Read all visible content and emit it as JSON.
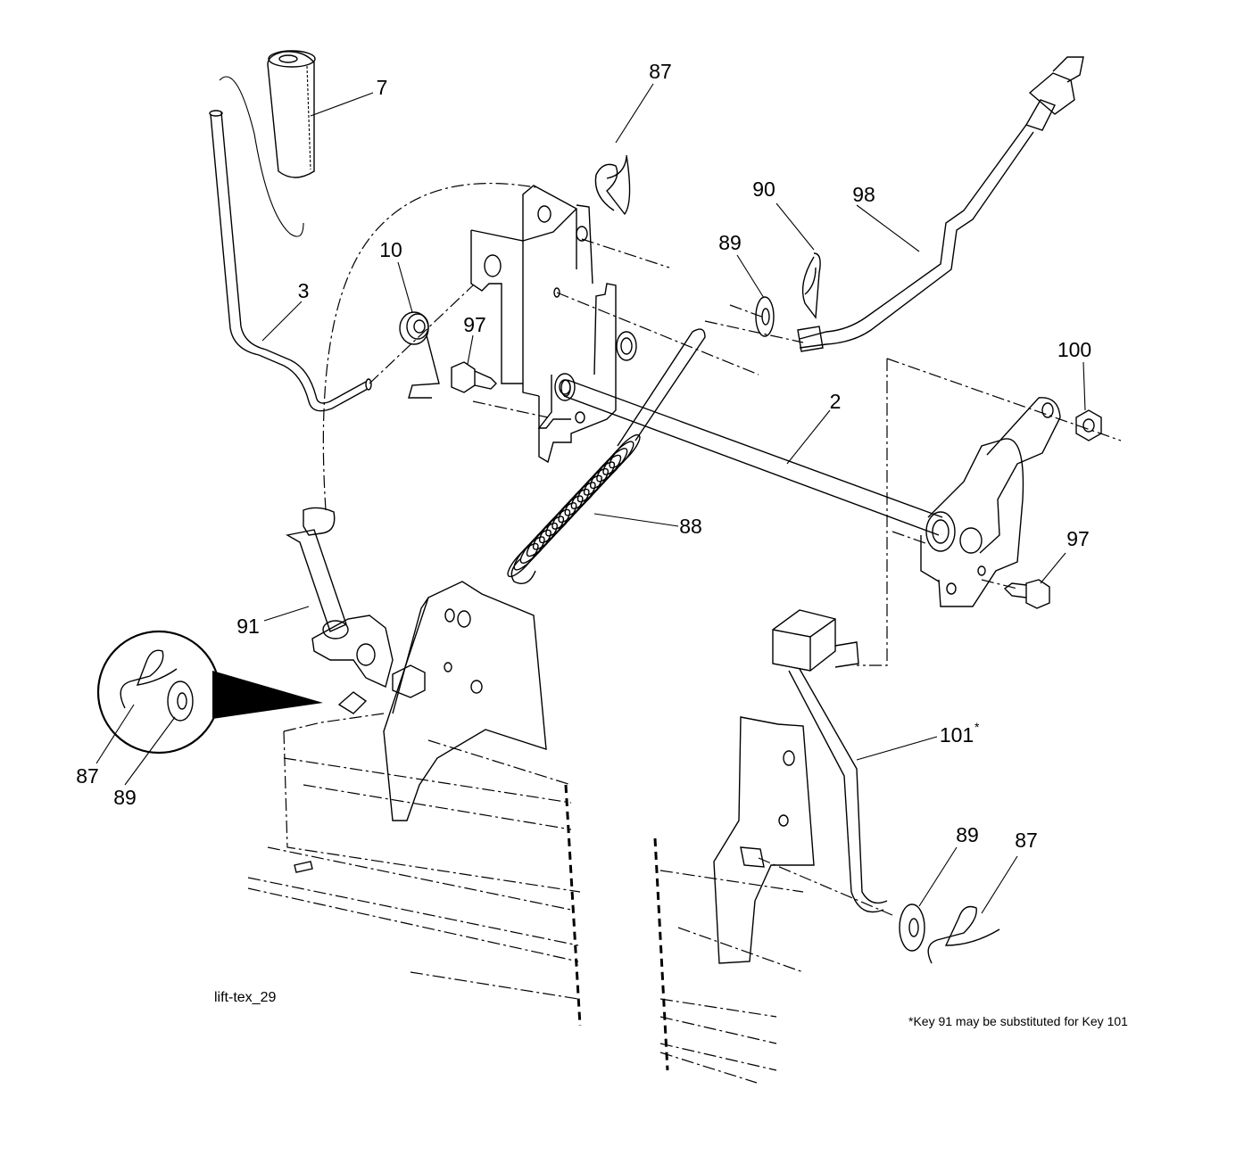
{
  "diagram": {
    "figure_id": "lift-tex_29",
    "footnote": "*Key 91 may be substituted for Key 101",
    "part_labels": {
      "p7": "7",
      "p87_top": "87",
      "p90": "90",
      "p98": "98",
      "p89_top": "89",
      "p10": "10",
      "p3": "3",
      "p97_left": "97",
      "p100": "100",
      "p2": "2",
      "p88": "88",
      "p97_right": "97",
      "p91": "91",
      "p101": "101",
      "p101_mark": "*",
      "p87_inset": "87",
      "p89_inset": "89",
      "p89_bottom": "89",
      "p87_bottom": "87"
    }
  }
}
